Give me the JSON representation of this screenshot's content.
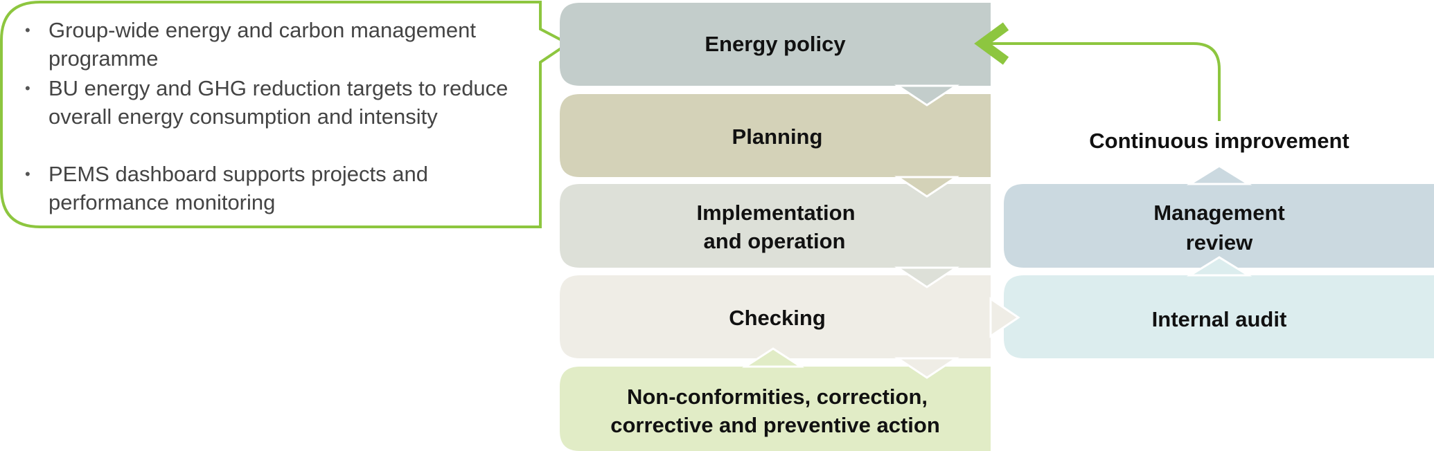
{
  "callout": {
    "items": [
      "Group-wide energy and carbon management programme",
      "BU energy and GHG reduction targets to reduce overall energy consumption and intensity",
      "PEMS dashboard supports projects and performance monitoring"
    ],
    "bullet": "•",
    "border_color": "#8dc63f"
  },
  "flow": {
    "energy_policy": "Energy policy",
    "planning": "Planning",
    "implementation_line1": "Implementation",
    "implementation_line2": "and operation",
    "checking": "Checking",
    "nonconf_line1": "Non-conformities, correction,",
    "nonconf_line2": "corrective and preventive action"
  },
  "side": {
    "continuous_improvement": "Continuous improvement",
    "management_line1": "Management",
    "management_line2": "review",
    "internal_audit": "Internal audit"
  },
  "colors": {
    "energy_policy": "#c3cdcb",
    "planning": "#d4d2b8",
    "implementation": "#dde0d8",
    "checking": "#efede6",
    "nonconformities": "#e1ecc6",
    "management_review": "#cbd9e0",
    "internal_audit": "#dcedee",
    "arrow": "#8dc63f"
  }
}
